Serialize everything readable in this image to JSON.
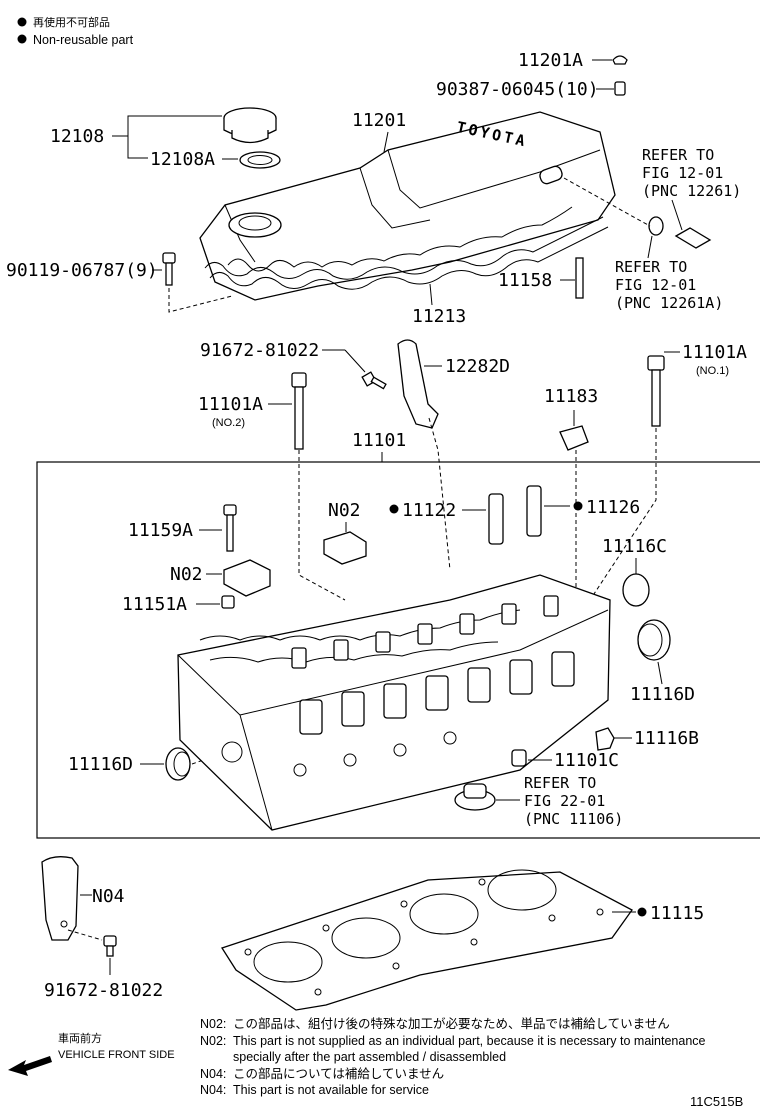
{
  "legend": {
    "jp": "再使用不可部品",
    "en": "Non-reusable part"
  },
  "labels": {
    "p11201A": "11201A",
    "p90387": "90387-06045(10)",
    "p12108": "12108",
    "p12108A": "12108A",
    "p11201": "11201",
    "refer1_a": "REFER TO",
    "refer1_b": "FIG 12-01",
    "refer1_c": "(PNC 12261)",
    "refer2_a": "REFER TO",
    "refer2_b": "FIG 12-01",
    "refer2_c": "(PNC 12261A)",
    "p90119": "90119-06787(9)",
    "p11158": "11158",
    "p11213": "11213",
    "p91672_top": "91672-81022",
    "p12282D": "12282D",
    "p11101A_no1": "11101A",
    "no1": "(NO.1)",
    "p11101A_no2": "11101A",
    "no2": "(NO.2)",
    "p11183": "11183",
    "p11101": "11101",
    "n02_top": "N02",
    "p11122": "11122",
    "p11126": "11126",
    "p11159A": "11159A",
    "p11116C": "11116C",
    "n02_left": "N02",
    "p11151A": "11151A",
    "p11116D_right": "11116D",
    "p11116B": "11116B",
    "p11116D_left": "11116D",
    "p11101C": "11101C",
    "refer3_a": "REFER TO",
    "refer3_b": "FIG 22-01",
    "refer3_c": "(PNC 11106)",
    "n04": "N04",
    "p11115": "11115",
    "p91672_bottom": "91672-81022"
  },
  "cover_text": "TOYOTA",
  "front": {
    "jp": "車両前方",
    "en": "VEHICLE FRONT SIDE"
  },
  "notes": [
    {
      "code": "N02:",
      "text": "この部品は、組付け後の特殊な加工が必要なため、単品では補給していません"
    },
    {
      "code": "N02:",
      "text": "This part is not supplied as an individual part, because it is necessary to maintenance"
    },
    {
      "code": "",
      "text": "specially after the part assembled / disassembled"
    },
    {
      "code": "N04:",
      "text": "この部品については補給していません"
    },
    {
      "code": "N04:",
      "text": "This part is not available for service"
    }
  ],
  "figure_id": "11C515B"
}
